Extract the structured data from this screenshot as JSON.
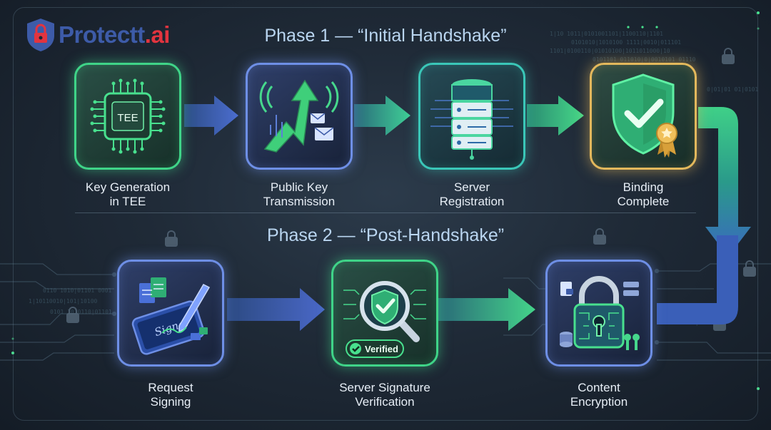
{
  "brand": {
    "name_main": "Protectt",
    "name_suffix": ".ai",
    "color_main": "#3d5ba8",
    "color_suffix": "#e2343f"
  },
  "phase1": {
    "title": "Phase 1 — “Initial Handshake”",
    "steps": [
      {
        "line1": "Key Generation",
        "line2": "in TEE",
        "icon": "tee-chip-icon",
        "chip_text": "TEE",
        "accent": "#3fd488"
      },
      {
        "line1": "Public Key",
        "line2": "Transmission",
        "icon": "transmission-arrow-icon",
        "accent": "#6e8fe6"
      },
      {
        "line1": "Server",
        "line2": "Registration",
        "icon": "server-stack-icon",
        "accent": "#3ac7b8"
      },
      {
        "line1": "Binding",
        "line2": "Complete",
        "icon": "shield-check-badge-icon",
        "accent": "#e3b85c"
      }
    ]
  },
  "phase2": {
    "title": "Phase 2 — “Post-Handshake”",
    "steps": [
      {
        "line1": "Request",
        "line2": "Signing",
        "icon": "tablet-signature-icon",
        "signature_text": "Signal",
        "accent": "#6e8fe6"
      },
      {
        "line1": "Server Signature",
        "line2": "Verification",
        "icon": "magnifier-shield-icon",
        "badge_text": "Verified",
        "accent": "#3fd488"
      },
      {
        "line1": "Content",
        "line2": "Encryption",
        "icon": "circuit-padlock-icon",
        "accent": "#6e8fe6"
      }
    ]
  }
}
